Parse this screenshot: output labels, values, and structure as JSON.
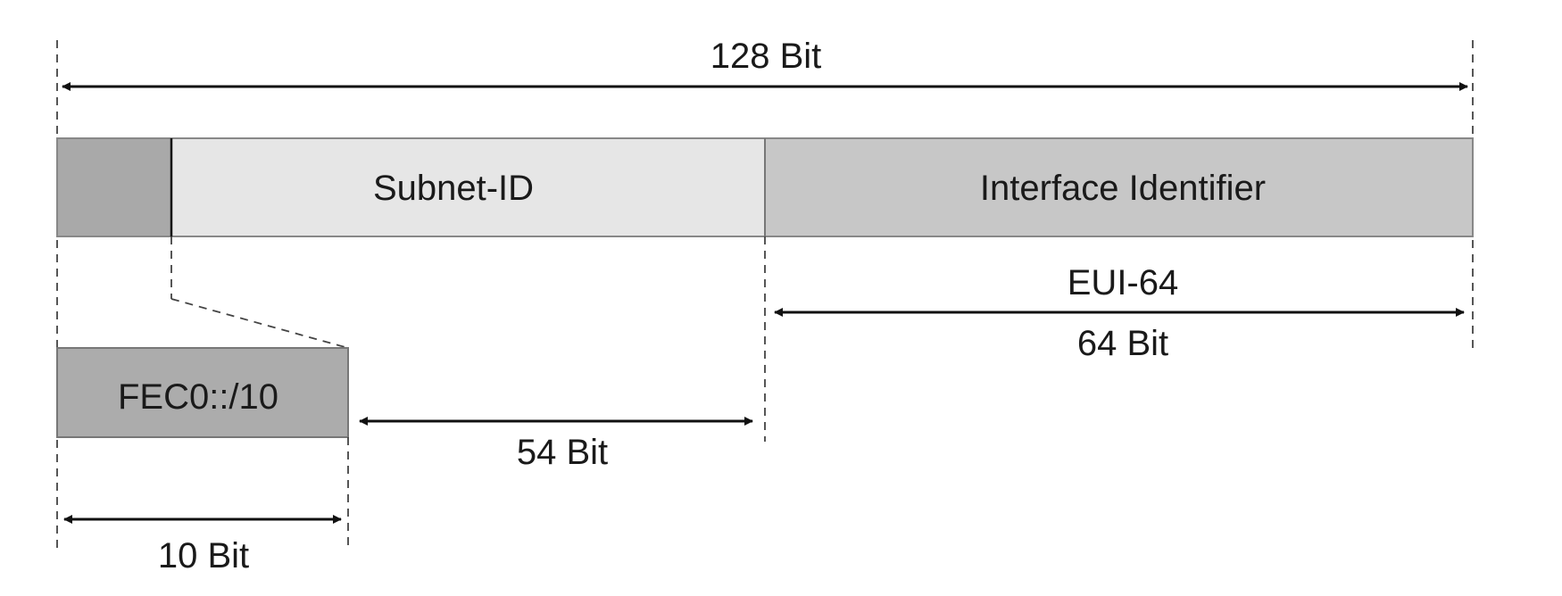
{
  "colors": {
    "prefix_field": "#a9a9a9",
    "subnet_field": "#e6e6e6",
    "interface_field": "#c7c7c7",
    "fec_box": "#acacac",
    "lines": "#111111"
  },
  "labels": {
    "total_width": "128 Bit",
    "subnet_id": "Subnet-ID",
    "interface_identifier": "Interface Identifier",
    "eui64": "EUI-64",
    "interface_width": "64 Bit",
    "prefix": "FEC0::/10",
    "subnet_width": "54 Bit",
    "prefix_width": "10 Bit"
  }
}
